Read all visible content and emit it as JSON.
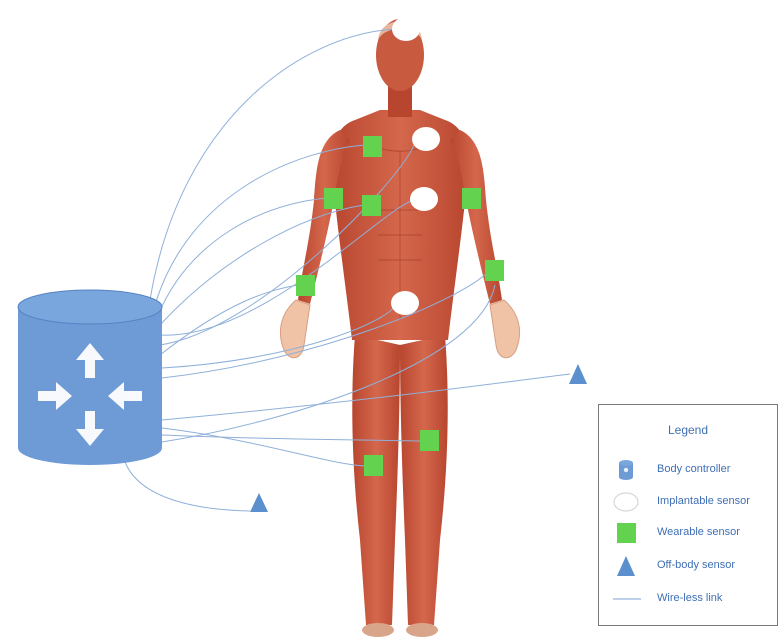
{
  "colors": {
    "controller": "#6e9bd6",
    "controller_dark": "#5583c2",
    "link": "#8fb0da",
    "wearable": "#62d24f",
    "implantable": "#ffffff",
    "off_body": "#5b8fce",
    "muscle": "#c8553c",
    "skin": "#f0c2a6"
  },
  "legend": {
    "title": "Legend",
    "items": [
      {
        "symbol": "body-controller-icon",
        "label": "Body controller"
      },
      {
        "symbol": "implantable-sensor-icon",
        "label": "Implantable sensor"
      },
      {
        "symbol": "wearable-sensor-icon",
        "label": "Wearable sensor"
      },
      {
        "symbol": "off-body-sensor-icon",
        "label": "Off-body sensor"
      },
      {
        "symbol": "wireless-link-icon",
        "label": "Wire-less link"
      }
    ]
  },
  "diagram": {
    "controller": {
      "type": "body-controller",
      "icon": "router-arrows-icon"
    },
    "implantable_sensors": [
      "head",
      "chest-left",
      "chest-center",
      "abdomen"
    ],
    "wearable_sensors": [
      "chest-right",
      "upper-arm-right",
      "upper-arm-left",
      "sternum",
      "wrist-right",
      "wrist-left",
      "thigh-left",
      "thigh-right"
    ],
    "off_body_sensors": [
      "near-controller",
      "right-side"
    ]
  }
}
